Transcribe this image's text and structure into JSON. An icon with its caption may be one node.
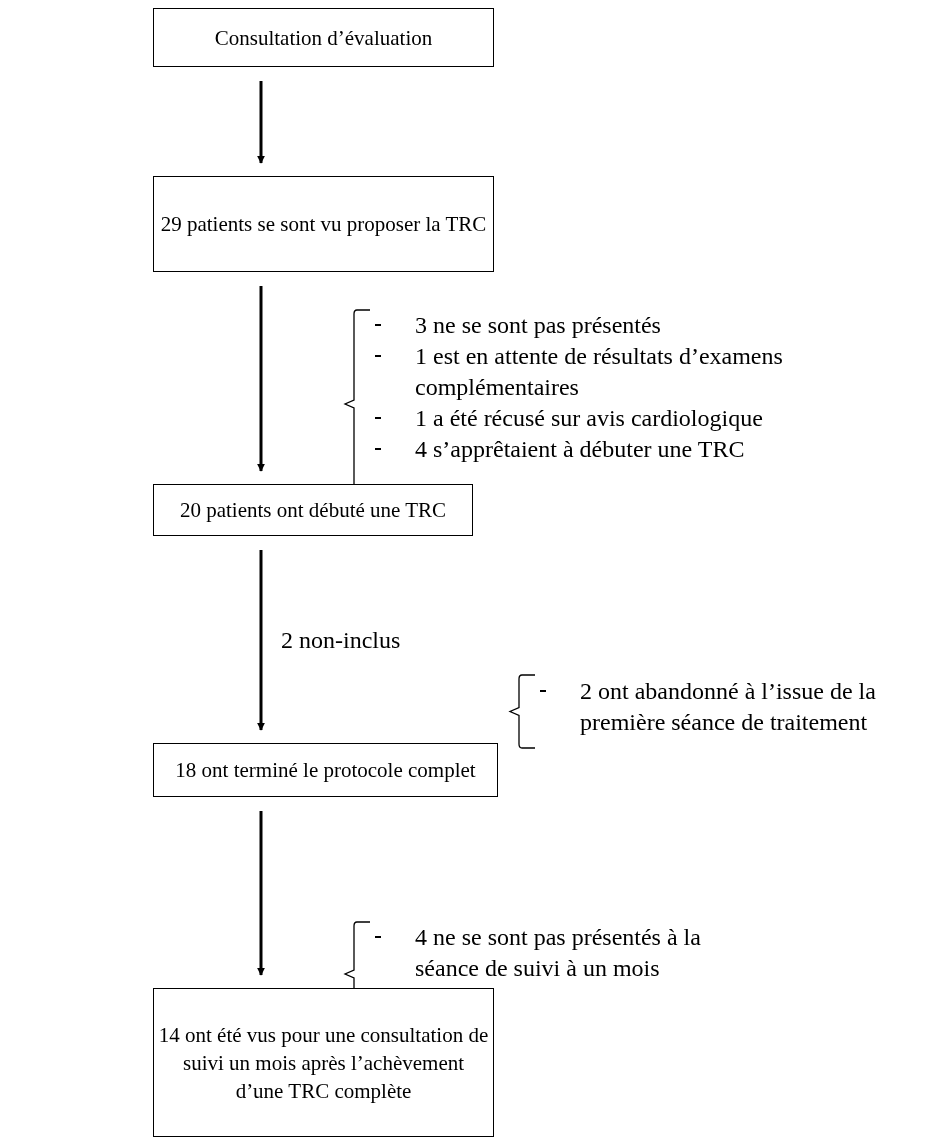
{
  "diagram": {
    "nodes": [
      {
        "text": [
          "Consultation d’évaluation"
        ]
      },
      {
        "text": [
          "29 patients se sont vu proposer la TRC"
        ]
      },
      {
        "text": [
          "20 patients ont débuté une TRC"
        ]
      },
      {
        "text": [
          "18 ont terminé le protocole complet"
        ]
      },
      {
        "text": [
          "14 ont été vus pour une consultation de suivi un mois après l’achèvement d’une TRC complète"
        ]
      }
    ],
    "edges": [
      {
        "from": 0,
        "to": 1,
        "arrow": "to"
      },
      {
        "from": 1,
        "to": 2,
        "arrow": "to"
      },
      {
        "from": 2,
        "to": 3,
        "arrow": "to",
        "label": "2 non-inclus"
      },
      {
        "from": 3,
        "to": 4,
        "arrow": "to"
      }
    ],
    "labels": [
      "3 ne se sont pas présentés",
      "1 est en attente de résultats d’examens complémentaires",
      "1 a été récusé sur avis cardiologique",
      "4 s’apprêtaient à débuter une TRC",
      "2 ont abandonné à l’issue de la première séance de traitement",
      "4 ne se sont pas présentés à la séance de suivi à un mois"
    ]
  }
}
